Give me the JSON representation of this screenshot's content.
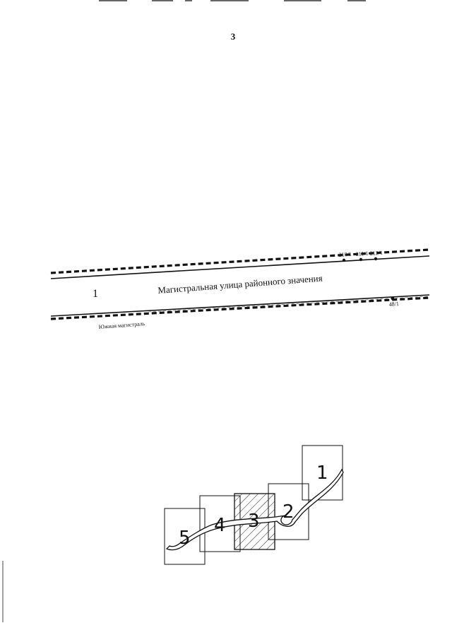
{
  "page": {
    "number": "3"
  },
  "plan": {
    "zone_label": "1",
    "street_label": "Магистральная улица районного значения",
    "road_name": "Южная магистраль",
    "point_labels": [
      "210/1",
      "211/1",
      "212/1",
      "48/1"
    ]
  },
  "index_map": {
    "tiles": [
      {
        "label": "1",
        "highlighted": false
      },
      {
        "label": "2",
        "highlighted": false
      },
      {
        "label": "3",
        "highlighted": true
      },
      {
        "label": "4",
        "highlighted": false
      },
      {
        "label": "5",
        "highlighted": false
      }
    ]
  },
  "colors": {
    "ink": "#111111",
    "paper": "#ffffff"
  }
}
